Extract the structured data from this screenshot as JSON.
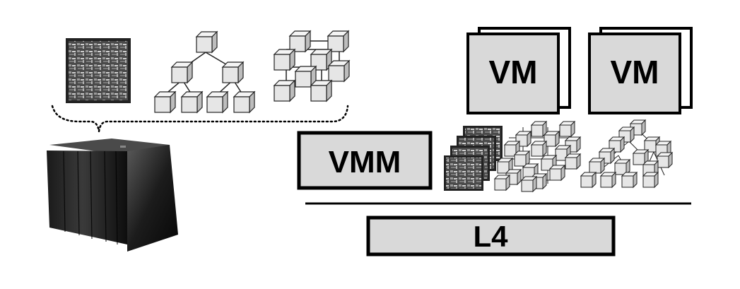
{
  "boxes": {
    "vm_1": "VM",
    "vm_2": "VM",
    "vmm": "VMM",
    "l4": "L4"
  },
  "colors": {
    "box_fill": "#d9d9d9",
    "box_stroke": "#000000",
    "cube_face": "#e6e6e6",
    "cube_top": "#f4f4f4",
    "cube_side": "#bdbdbd"
  },
  "icons": {
    "chip": "chip-die-icon",
    "tree": "tree-topology-icon",
    "mesh": "mesh-topology-icon",
    "supercomputer": "supercomputer-rack-icon"
  }
}
